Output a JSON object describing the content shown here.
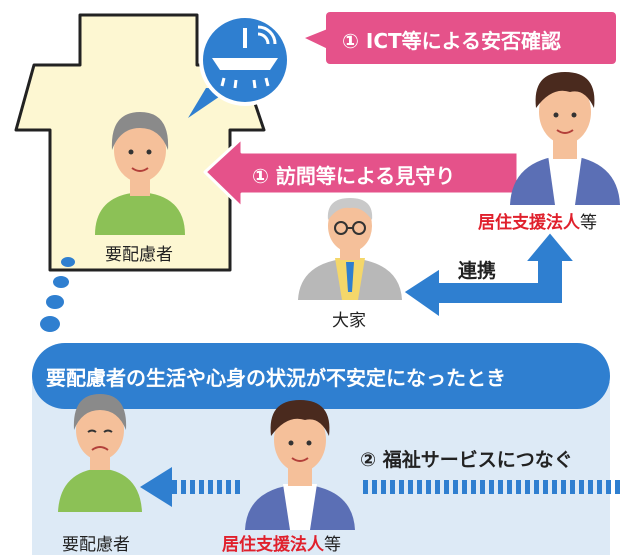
{
  "top": {
    "ict_check": "① ICT等による安否確認",
    "visit_watch": "① 訪問等による見守り",
    "renkei": "連携"
  },
  "people": {
    "elder_top": "要配慮者",
    "landlord": "大家",
    "support_top_red": "居住支援法人",
    "support_top_suffix": "等"
  },
  "bottom": {
    "banner": "要配慮者の生活や心身の状況が不安定になったとき",
    "welfare": "② 福祉サービスにつなぐ",
    "elder_bottom": "要配慮者",
    "support_bottom_red": "居住支援法人",
    "support_bottom_suffix": "等"
  },
  "colors": {
    "pink": "#e5528a",
    "blue": "#2f7fd0",
    "cream": "#fdf7d2",
    "panel": "#ddeaf6"
  }
}
